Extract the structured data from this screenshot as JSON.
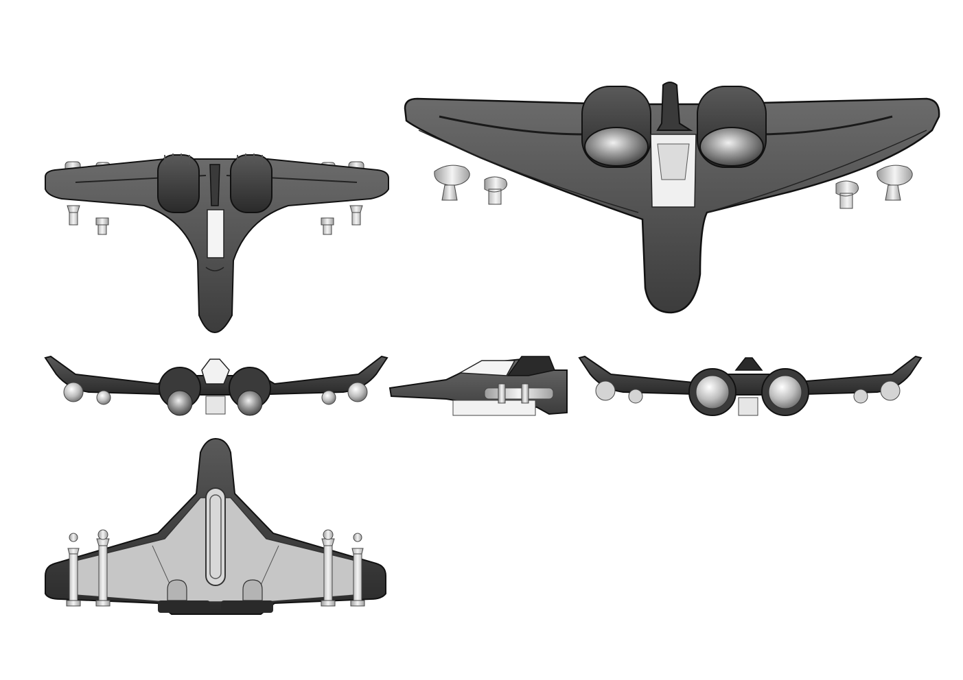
{
  "sheet": {
    "background": "#ffffff",
    "views": [
      {
        "id": "top-view-small",
        "label": ""
      },
      {
        "id": "perspective-view",
        "label": ""
      },
      {
        "id": "front-view",
        "label": ""
      },
      {
        "id": "side-view",
        "label": ""
      },
      {
        "id": "rear-view",
        "label": ""
      },
      {
        "id": "bottom-view",
        "label": ""
      }
    ]
  },
  "colors": {
    "hull_dark": "#2e2e2e",
    "hull_mid": "#4a4a4a",
    "hull_light": "#6a6a6a",
    "canopy": "#f2f2f2",
    "pegs": "#d6d6d6",
    "underside": "#c4c4c4",
    "outline": "#111111"
  }
}
